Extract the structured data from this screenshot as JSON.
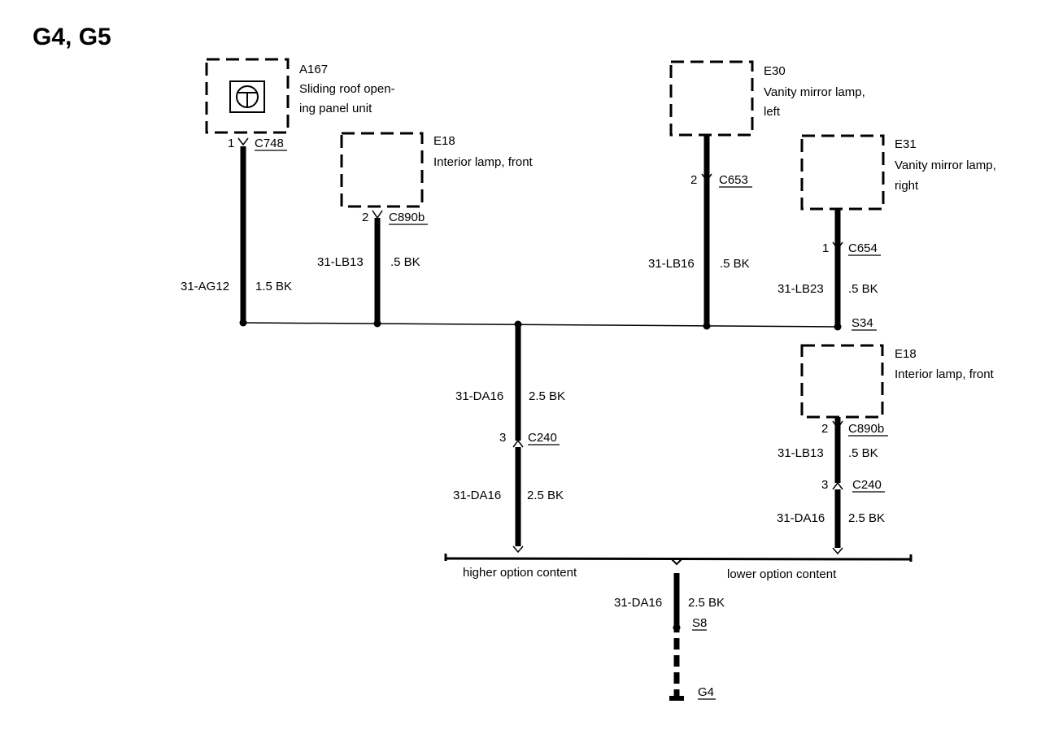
{
  "title": "G4, G5",
  "components": {
    "a167": {
      "id": "A167",
      "desc1": "Sliding roof open-",
      "desc2": "ing panel unit"
    },
    "e18_top": {
      "id": "E18",
      "desc1": "Interior lamp, front"
    },
    "e30": {
      "id": "E30",
      "desc1": "Vanity mirror lamp,",
      "desc2": "left"
    },
    "e31": {
      "id": "E31",
      "desc1": "Vanity mirror lamp,",
      "desc2": "right"
    },
    "e18_right": {
      "id": "E18",
      "desc1": "Interior lamp, front"
    }
  },
  "connectors": {
    "c748": {
      "pin": "1",
      "name": "C748"
    },
    "c890b_top": {
      "pin": "2",
      "name": "C890b"
    },
    "c653": {
      "pin": "2",
      "name": "C653"
    },
    "c654": {
      "pin": "1",
      "name": "C654"
    },
    "c240_left": {
      "pin": "3",
      "name": "C240"
    },
    "c890b_right": {
      "pin": "2",
      "name": "C890b"
    },
    "c240_right": {
      "pin": "3",
      "name": "C240"
    }
  },
  "wires": {
    "ag12": {
      "circuit": "31-AG12",
      "spec": "1.5 BK"
    },
    "lb13_top": {
      "circuit": "31-LB13",
      "spec": ".5 BK"
    },
    "lb16": {
      "circuit": "31-LB16",
      "spec": ".5 BK"
    },
    "lb23": {
      "circuit": "31-LB23",
      "spec": ".5 BK"
    },
    "da16_a": {
      "circuit": "31-DA16",
      "spec": "2.5 BK"
    },
    "da16_b": {
      "circuit": "31-DA16",
      "spec": "2.5 BK"
    },
    "lb13_right": {
      "circuit": "31-LB13",
      "spec": ".5 BK"
    },
    "da16_right": {
      "circuit": "31-DA16",
      "spec": "2.5 BK"
    },
    "da16_bottom": {
      "circuit": "31-DA16",
      "spec": "2.5 BK"
    }
  },
  "splices": {
    "s34": "S34",
    "s8": "S8"
  },
  "ground": "G4",
  "options": {
    "higher": "higher option content",
    "lower": "lower option content"
  }
}
